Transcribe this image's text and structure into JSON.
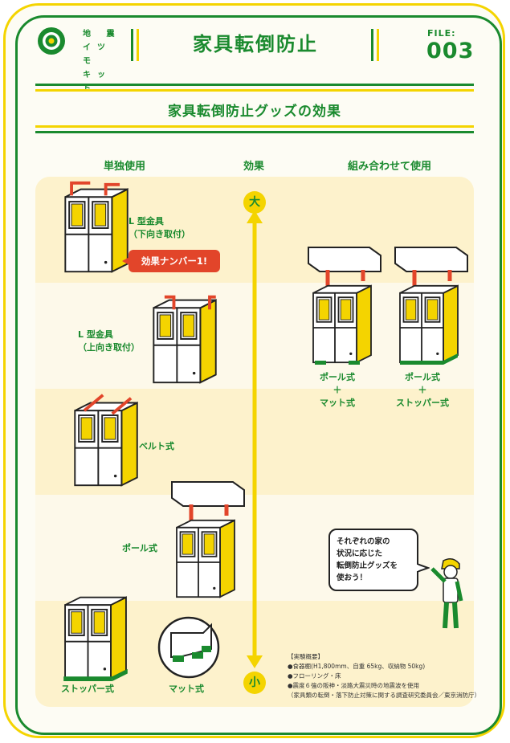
{
  "header": {
    "brand_line1": "地 震",
    "brand_line2": "イツモ",
    "brand_line3": "キット",
    "title": "家具転倒防止",
    "file_label": "FILE:",
    "file_number": "003"
  },
  "subtitle": "家具転倒防止グッズの効果",
  "columns": {
    "single": "単独使用",
    "effect": "効果",
    "combined": "組み合わせて使用"
  },
  "scale": {
    "high": "大",
    "low": "小"
  },
  "items": {
    "l_down_line1": "L 型金具",
    "l_down_line2": "（下向き取付）",
    "badge": "効果ナンバー1!",
    "l_up_line1": "L 型金具",
    "l_up_line2": "（上向き取付）",
    "belt": "ベルト式",
    "pole": "ポール式",
    "stopper": "ストッパー式",
    "mat": "マット式"
  },
  "combined": {
    "combo1_line1": "ポール式",
    "combo1_line2": "＋",
    "combo1_line3": "マット式",
    "combo2_line1": "ポール式",
    "combo2_line2": "＋",
    "combo2_line3": "ストッパー式"
  },
  "bubble": {
    "line1": "それぞれの家の",
    "line2": "状況に応じた",
    "line3": "転倒防止グッズを",
    "line4": "使おう！"
  },
  "notes": {
    "title": "【実験概要】",
    "line1": "●食器棚(H1,800mm、自重 65kg、収納物 50kg)",
    "line2": "●フローリング・床",
    "line3": "●震度６強の阪神・淡路大震災時の地震波を使用",
    "line4": "（家具類の転倒・落下防止対策に関する調査研究委員会／東京消防庁）"
  },
  "colors": {
    "green": "#1a8a2e",
    "yellow": "#f4d400",
    "red": "#e2452a",
    "cream": "#fdf7e0"
  }
}
